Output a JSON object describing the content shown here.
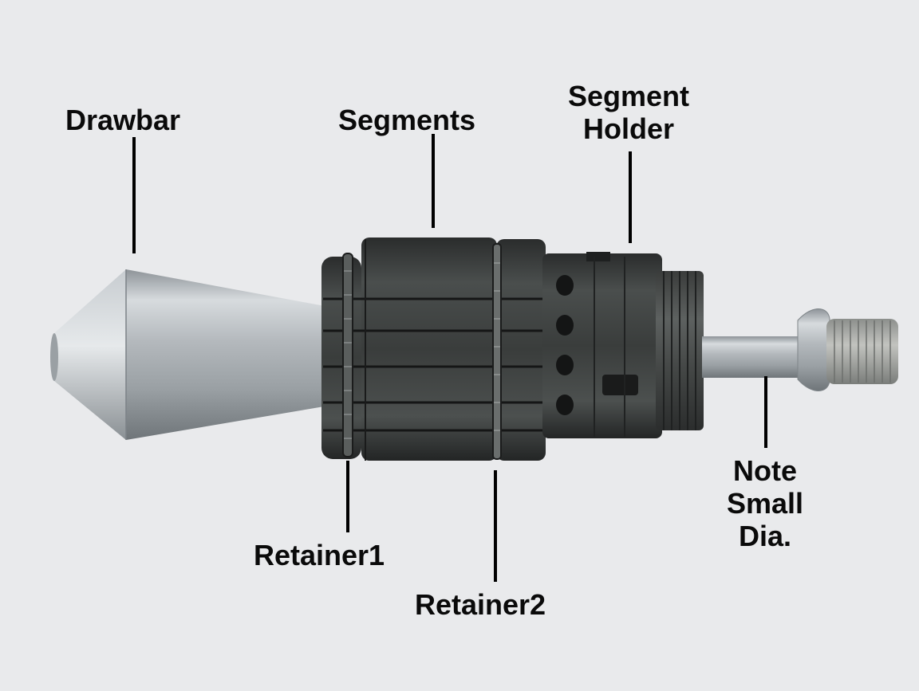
{
  "labels": {
    "drawbar": "Drawbar",
    "segments": "Segments",
    "segment_holder": [
      "Segment",
      "Holder"
    ],
    "retainer1": "Retainer1",
    "retainer2": "Retainer2",
    "note_small_dia": [
      "Note",
      "Small",
      "Dia."
    ]
  },
  "colors": {
    "background": "#e9eaec",
    "label_text": "#0a0a0a",
    "leader_lines": "#000000",
    "steel": "#a9afb4",
    "blackened_parts": "#3b3e3d"
  }
}
